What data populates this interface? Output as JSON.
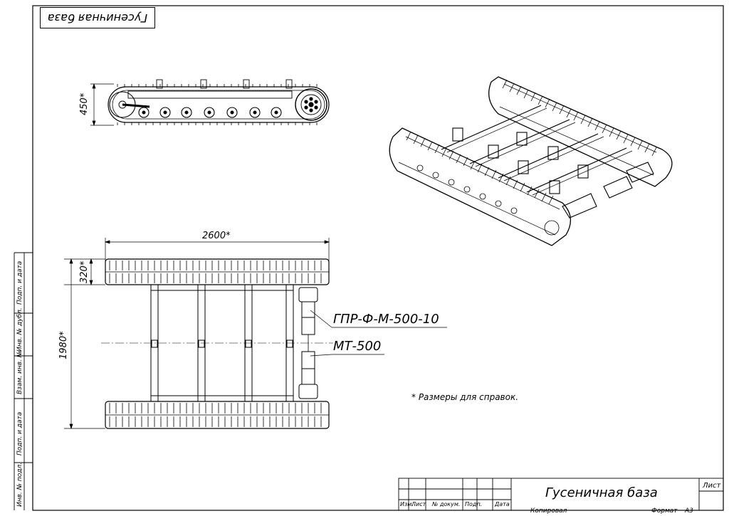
{
  "top_stamp": {
    "title_mirrored": "Гусеничная база"
  },
  "dimensions": {
    "height_side": "450*",
    "length": "2600*",
    "track_width": "320*",
    "overall_width": "1980*"
  },
  "callouts": {
    "hydraulic_motor": "ГПР-Ф-М-500-10",
    "reducer": "МТ-500"
  },
  "note": "* Размеры для справок.",
  "side_stamp": {
    "labels": [
      "Подп. и дата",
      "Инв. № дубл.",
      "Взам. инв. №",
      "Подп. и дата",
      "Инв. № подл."
    ]
  },
  "title_block": {
    "name": "Гусеничная база",
    "sheet_label": "Лист",
    "columns": [
      "Изм.",
      "Лист",
      "№ докум.",
      "Подп.",
      "Дата"
    ],
    "copied": "Копировал",
    "format_label": "Формат",
    "format_value": "А3"
  }
}
